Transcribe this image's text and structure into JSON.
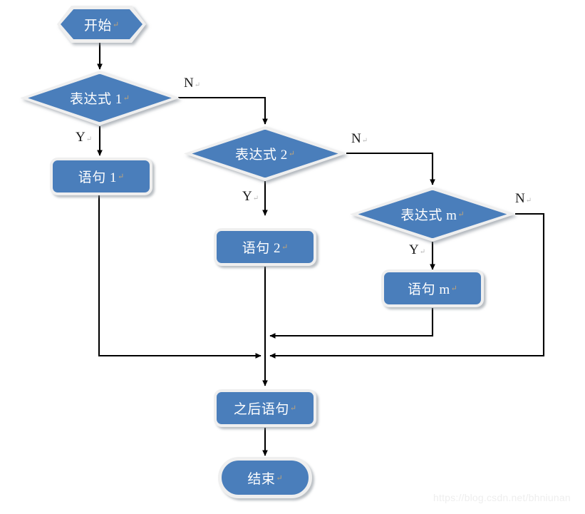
{
  "diagram": {
    "title": "switch-case flowchart",
    "colors": {
      "node_fill": "#4a7ebb",
      "node_border": "#efefef",
      "shadow": "#828a94",
      "line": "#000000",
      "text": "#ffffff",
      "watermark": "#eeeeee"
    },
    "nodes": [
      {
        "id": "start",
        "type": "terminator-hexagon",
        "label": "开始",
        "cr": "↵"
      },
      {
        "id": "cond1",
        "type": "decision",
        "label": "表达式 1",
        "cr": "↵"
      },
      {
        "id": "stmt1",
        "type": "process",
        "label": "语句 1",
        "cr": "↵"
      },
      {
        "id": "cond2",
        "type": "decision",
        "label": "表达式 2",
        "cr": "↵"
      },
      {
        "id": "stmt2",
        "type": "process",
        "label": "语句 2",
        "cr": "↵"
      },
      {
        "id": "condm",
        "type": "decision",
        "label": "表达式 m",
        "cr": "↵"
      },
      {
        "id": "stmtm",
        "type": "process",
        "label": "语句 m",
        "cr": "↵"
      },
      {
        "id": "after",
        "type": "process",
        "label": "之后语句",
        "cr": "↵"
      },
      {
        "id": "end",
        "type": "terminator-stadium",
        "label": "结束",
        "cr": "↵"
      }
    ],
    "edge_labels": [
      {
        "id": "cond1-no",
        "text": "N",
        "cr": "↵"
      },
      {
        "id": "cond1-yes",
        "text": "Y",
        "cr": "↵"
      },
      {
        "id": "cond2-no",
        "text": "N",
        "cr": "↵"
      },
      {
        "id": "cond2-yes",
        "text": "Y",
        "cr": "↵"
      },
      {
        "id": "condm-no",
        "text": "N",
        "cr": "↵"
      },
      {
        "id": "condm-yes",
        "text": "Y",
        "cr": "↵"
      }
    ],
    "watermark": "https://blog.csdn.net/bhniunan"
  }
}
